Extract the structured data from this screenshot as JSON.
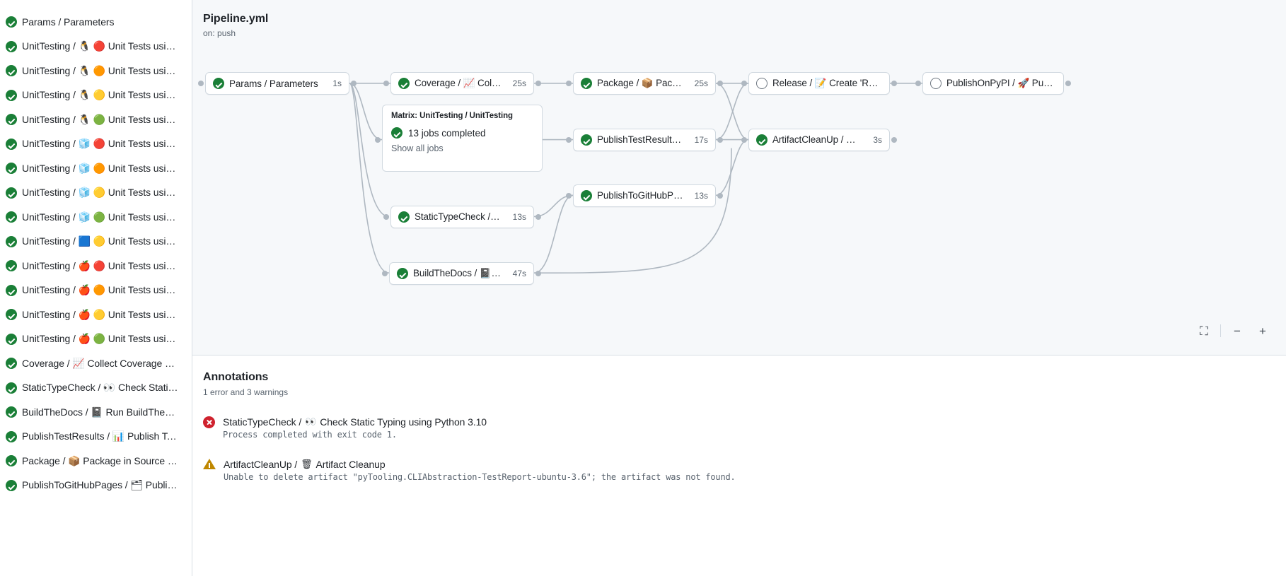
{
  "sidebar": {
    "jobs": [
      {
        "status": "success",
        "label": "Params / Parameters",
        "emojis": []
      },
      {
        "status": "success",
        "label": "UnitTesting / 🐧 🔴 Unit Tests using Pyth...",
        "emojis": [
          "🐧",
          "🔴"
        ]
      },
      {
        "status": "success",
        "label": "UnitTesting / 🐧 🟠 Unit Tests using Pyth...",
        "emojis": [
          "🐧",
          "🟠"
        ]
      },
      {
        "status": "success",
        "label": "UnitTesting / 🐧 🟡 Unit Tests using Pyth...",
        "emojis": [
          "🐧",
          "🟡"
        ]
      },
      {
        "status": "success",
        "label": "UnitTesting / 🐧 🟢 Unit Tests using Pyth...",
        "emojis": [
          "🐧",
          "🟢"
        ]
      },
      {
        "status": "success",
        "label": "UnitTesting / 🧊 🔴 Unit Tests using Pyth...",
        "emojis": [
          "🧊",
          "🔴"
        ]
      },
      {
        "status": "success",
        "label": "UnitTesting / 🧊 🟠 Unit Tests using Pyth...",
        "emojis": [
          "🧊",
          "🟠"
        ]
      },
      {
        "status": "success",
        "label": "UnitTesting / 🧊 🟡 Unit Tests using Pyth...",
        "emojis": [
          "🧊",
          "🟡"
        ]
      },
      {
        "status": "success",
        "label": "UnitTesting / 🧊 🟢 Unit Tests using Pyth...",
        "emojis": [
          "🧊",
          "🟢"
        ]
      },
      {
        "status": "success",
        "label": "UnitTesting / 🟦 🟡 Unit Tests using Pyth...",
        "emojis": [
          "🟦",
          "🟡"
        ]
      },
      {
        "status": "success",
        "label": "UnitTesting / 🍎 🔴 Unit Tests using Pyth...",
        "emojis": [
          "🍎",
          "🔴"
        ]
      },
      {
        "status": "success",
        "label": "UnitTesting / 🍎 🟠 Unit Tests using Pyth...",
        "emojis": [
          "🍎",
          "🟠"
        ]
      },
      {
        "status": "success",
        "label": "UnitTesting / 🍎 🟡 Unit Tests using Pyth...",
        "emojis": [
          "🍎",
          "🟡"
        ]
      },
      {
        "status": "success",
        "label": "UnitTesting / 🍎 🟢 Unit Tests using Pyth...",
        "emojis": [
          "🍎",
          "🟢"
        ]
      },
      {
        "status": "success",
        "label": "Coverage / 📈 Collect Coverage Data usi...",
        "emojis": [
          "📈"
        ]
      },
      {
        "status": "success",
        "label": "StaticTypeCheck / 👀 Check Static Typing...",
        "emojis": [
          "👀"
        ]
      },
      {
        "status": "success",
        "label": "BuildTheDocs / 📓 Run BuildTheDocs",
        "emojis": [
          "📓"
        ]
      },
      {
        "status": "success",
        "label": "PublishTestResults / 📊 Publish Test Resu...",
        "emojis": [
          "📊"
        ]
      },
      {
        "status": "success",
        "label": "Package / 📦 Package in Source and Wh...",
        "emojis": [
          "📦"
        ]
      },
      {
        "status": "success",
        "label": "PublishToGitHubPages / 🗂 Publish to G...",
        "emojis": [
          "🗂"
        ]
      }
    ]
  },
  "graph": {
    "title": "Pipeline.yml",
    "trigger": "on: push",
    "nodes": [
      {
        "id": "params",
        "status": "success",
        "label": "Params / Parameters",
        "duration": "1s"
      },
      {
        "id": "coverage",
        "status": "success",
        "label": "Coverage / 📈 Collect Cove...",
        "duration": "25s"
      },
      {
        "id": "package",
        "status": "success",
        "label": "Package / 📦 Package in So...",
        "duration": "25s"
      },
      {
        "id": "release",
        "status": "pending",
        "label": "Release / 📝 Create 'Release P...",
        "duration": ""
      },
      {
        "id": "pypi",
        "status": "pending",
        "label": "PublishOnPyPI / 🚀 Publish to ...",
        "duration": ""
      },
      {
        "id": "testresults",
        "status": "success",
        "label": "PublishTestResults / 📊 Pu...",
        "duration": "17s"
      },
      {
        "id": "cleanup",
        "status": "success",
        "label": "ArtifactCleanUp / 🗑 Artifac...",
        "duration": "3s"
      },
      {
        "id": "ghpages",
        "status": "success",
        "label": "PublishToGitHubPages / 🗂 ...",
        "duration": "13s"
      },
      {
        "id": "typecheck",
        "status": "success",
        "label": "StaticTypeCheck / 👀 Chec...",
        "duration": "13s"
      },
      {
        "id": "builddocs",
        "status": "success",
        "label": "BuildTheDocs / 📓 Run Buil...",
        "duration": "47s"
      }
    ],
    "matrix": {
      "title": "Matrix: UnitTesting / UnitTesting",
      "status": "success",
      "summary": "13 jobs completed",
      "show_all": "Show all jobs"
    },
    "controls": {
      "fit_label": "⛶",
      "zoom_out_label": "−",
      "zoom_in_label": "+"
    }
  },
  "annotations": {
    "title": "Annotations",
    "summary": "1 error and 3 warnings",
    "items": [
      {
        "severity": "error",
        "job": "StaticTypeCheck / ",
        "emoji": "👀",
        "step": "Check Static Typing using Python 3.10",
        "message": "Process completed with exit code 1."
      },
      {
        "severity": "warning",
        "job": "ArtifactCleanUp / ",
        "emoji": "🗑",
        "step": "Artifact Cleanup",
        "message": "Unable to delete artifact \"pyTooling.CLIAbstraction-TestReport-ubuntu-3.6\"; the artifact was not found."
      }
    ]
  }
}
